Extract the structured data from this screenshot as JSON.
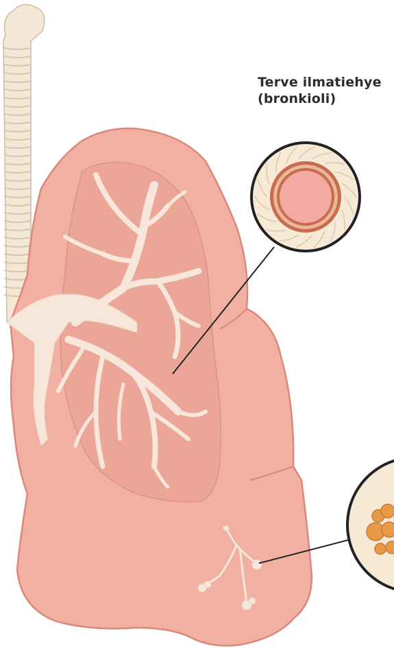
{
  "labels": {
    "healthy_airway_line1": "Terve ilmatiehye",
    "healthy_airway_line2": "(bronkioli)"
  },
  "colors": {
    "lung_outer": "#f2b0a2",
    "lung_edge": "#d98879",
    "lung_inner_lobe": "#e9a395",
    "bronchi": "#f6e7da",
    "trachea": "#f3e8d6",
    "trachea_ring": "#d8c6ac",
    "airway_wall_red": "#c96b4f",
    "airway_lumen": "#f4aaa0",
    "alveoli": "#e79a47",
    "leader_line": "#222222"
  },
  "icons": {
    "lung": "lung-illustration",
    "healthy_airway_cross_section": "airway-cross-section-icon",
    "diseased_alveoli_cross_section": "alveoli-cross-section-icon"
  }
}
